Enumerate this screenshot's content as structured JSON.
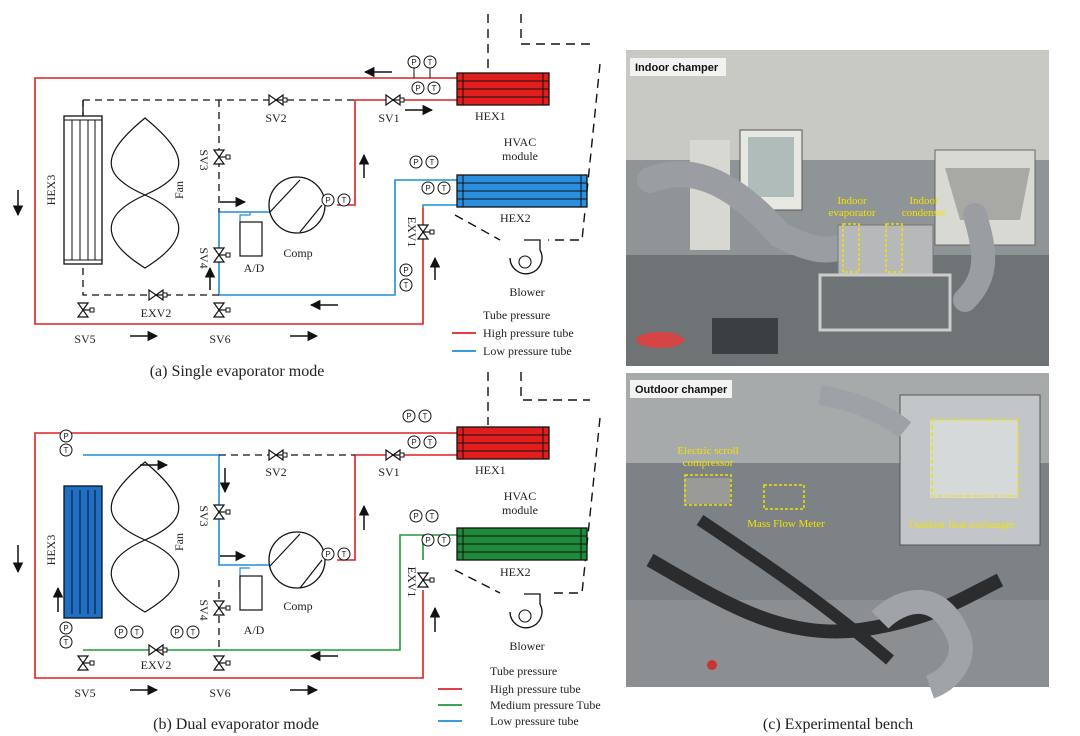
{
  "panel_a": {
    "caption": "(a) Single evaporator mode",
    "labels": {
      "hex3": "HEX3",
      "fan": "Fan",
      "sv1": "SV1",
      "sv2": "SV2",
      "sv3": "SV3",
      "sv4": "SV4",
      "sv5": "SV5",
      "sv6": "SV6",
      "exv1": "EXV1",
      "exv2": "EXV2",
      "ad": "A/D",
      "comp": "Comp",
      "hex1": "HEX1",
      "hex2": "HEX2",
      "hvac1": "HVAC",
      "hvac2": "module",
      "blower": "Blower"
    },
    "legend": [
      "Tube pressure",
      "High pressure tube",
      "Low pressure tube"
    ]
  },
  "panel_b": {
    "caption": "(b) Dual evaporator mode",
    "labels": {
      "hex3": "HEX3",
      "fan": "Fan",
      "sv1": "SV1",
      "sv2": "SV2",
      "sv3": "SV3",
      "sv4": "SV4",
      "sv5": "SV5",
      "sv6": "SV6",
      "exv1": "EXV1",
      "exv2": "EXV2",
      "ad": "A/D",
      "comp": "Comp",
      "hex1": "HEX1",
      "hex2": "HEX2",
      "hvac1": "HVAC",
      "hvac2": "module",
      "blower": "Blower"
    },
    "legend": [
      "Tube pressure",
      "High pressure tube",
      "Medium pressure Tube",
      "Low pressure tube"
    ]
  },
  "gauges": {
    "p": "P",
    "t": "T"
  },
  "panel_c": {
    "caption": "(c) Experimental bench",
    "indoor_title": "Indoor champer",
    "outdoor_title": "Outdoor champer",
    "indoor_evap": [
      "Indoor",
      "evaporator"
    ],
    "indoor_cond": [
      "Indoor",
      "condenser"
    ],
    "compressor": [
      "Electric scroll",
      "compressor"
    ],
    "mass_flow": "Mass Flow Meter",
    "outdoor_hex": "Outdoor heat exchanger"
  },
  "colors": {
    "high": "#e02020",
    "low": "#1e8fd6",
    "medium": "#1f9a3a",
    "hex1_fill": "#e21d1d",
    "hex2a_fill": "#2b8fe0",
    "hex2b_fill": "#1f8a3a",
    "hex3b_fill": "#1e6fc8",
    "annotation": "#f2e200"
  }
}
